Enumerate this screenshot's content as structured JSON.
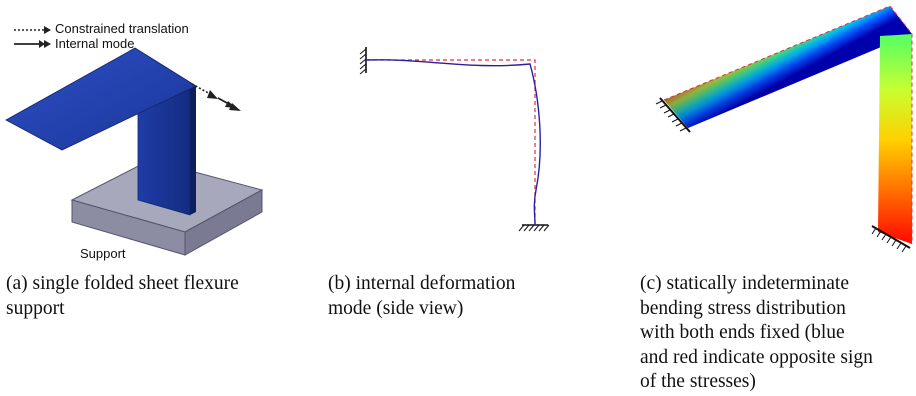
{
  "figure": {
    "panel_a": {
      "legend": {
        "constrained_label": "Constrained translation",
        "internal_label": "Internal mode"
      },
      "support_label": "Support",
      "caption": "(a) single folded sheet flexure\nsupport"
    },
    "panel_b": {
      "caption": "(b) internal deformation\nmode (side view)"
    },
    "panel_c": {
      "caption": "(c) statically indeterminate\nbending stress distribution\nwith both ends fixed (blue\nand red indicate opposite sign\nof the stresses)"
    }
  },
  "colors": {
    "sheet_blue": "#1f3fa8",
    "support_gray": "#9a9ab0",
    "deformed_line": "#2a1fa0",
    "undeformed_line": "#e0303a"
  }
}
